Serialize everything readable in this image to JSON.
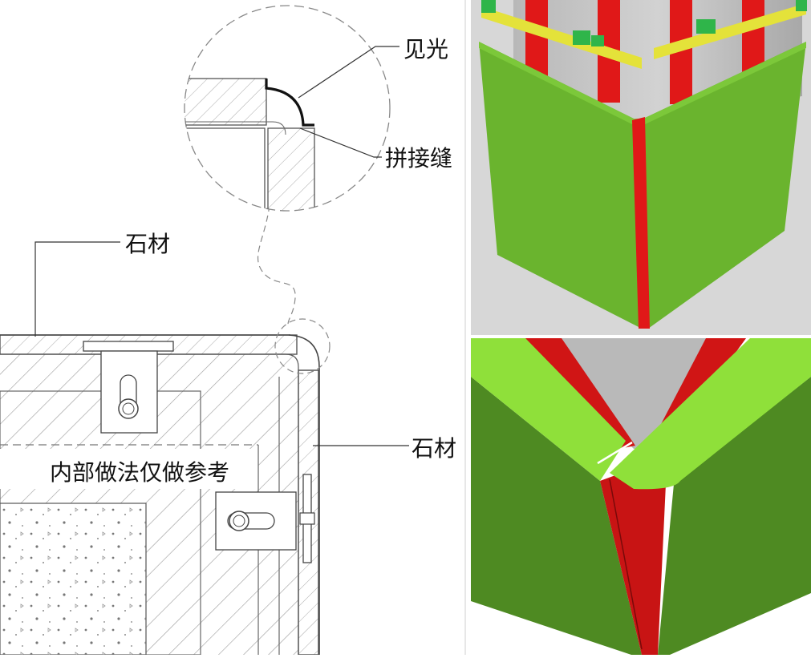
{
  "labels": {
    "visible_light": "见光",
    "splice_seam": "拼接缝",
    "stone_top": "石材",
    "stone_right": "石材",
    "interior_note": "内部做法仅做参考"
  },
  "colors": {
    "line": "#444444",
    "hatch": "#9a9a9a",
    "panel_green": "#6ab42e",
    "panel_dark_green": "#4e8a22",
    "panel_light_green": "#8fe03a",
    "red_strip": "#e01818",
    "yellow_rail": "#e4e23a",
    "clip_green": "#2fb54a",
    "concrete": "#bdbdbd"
  }
}
